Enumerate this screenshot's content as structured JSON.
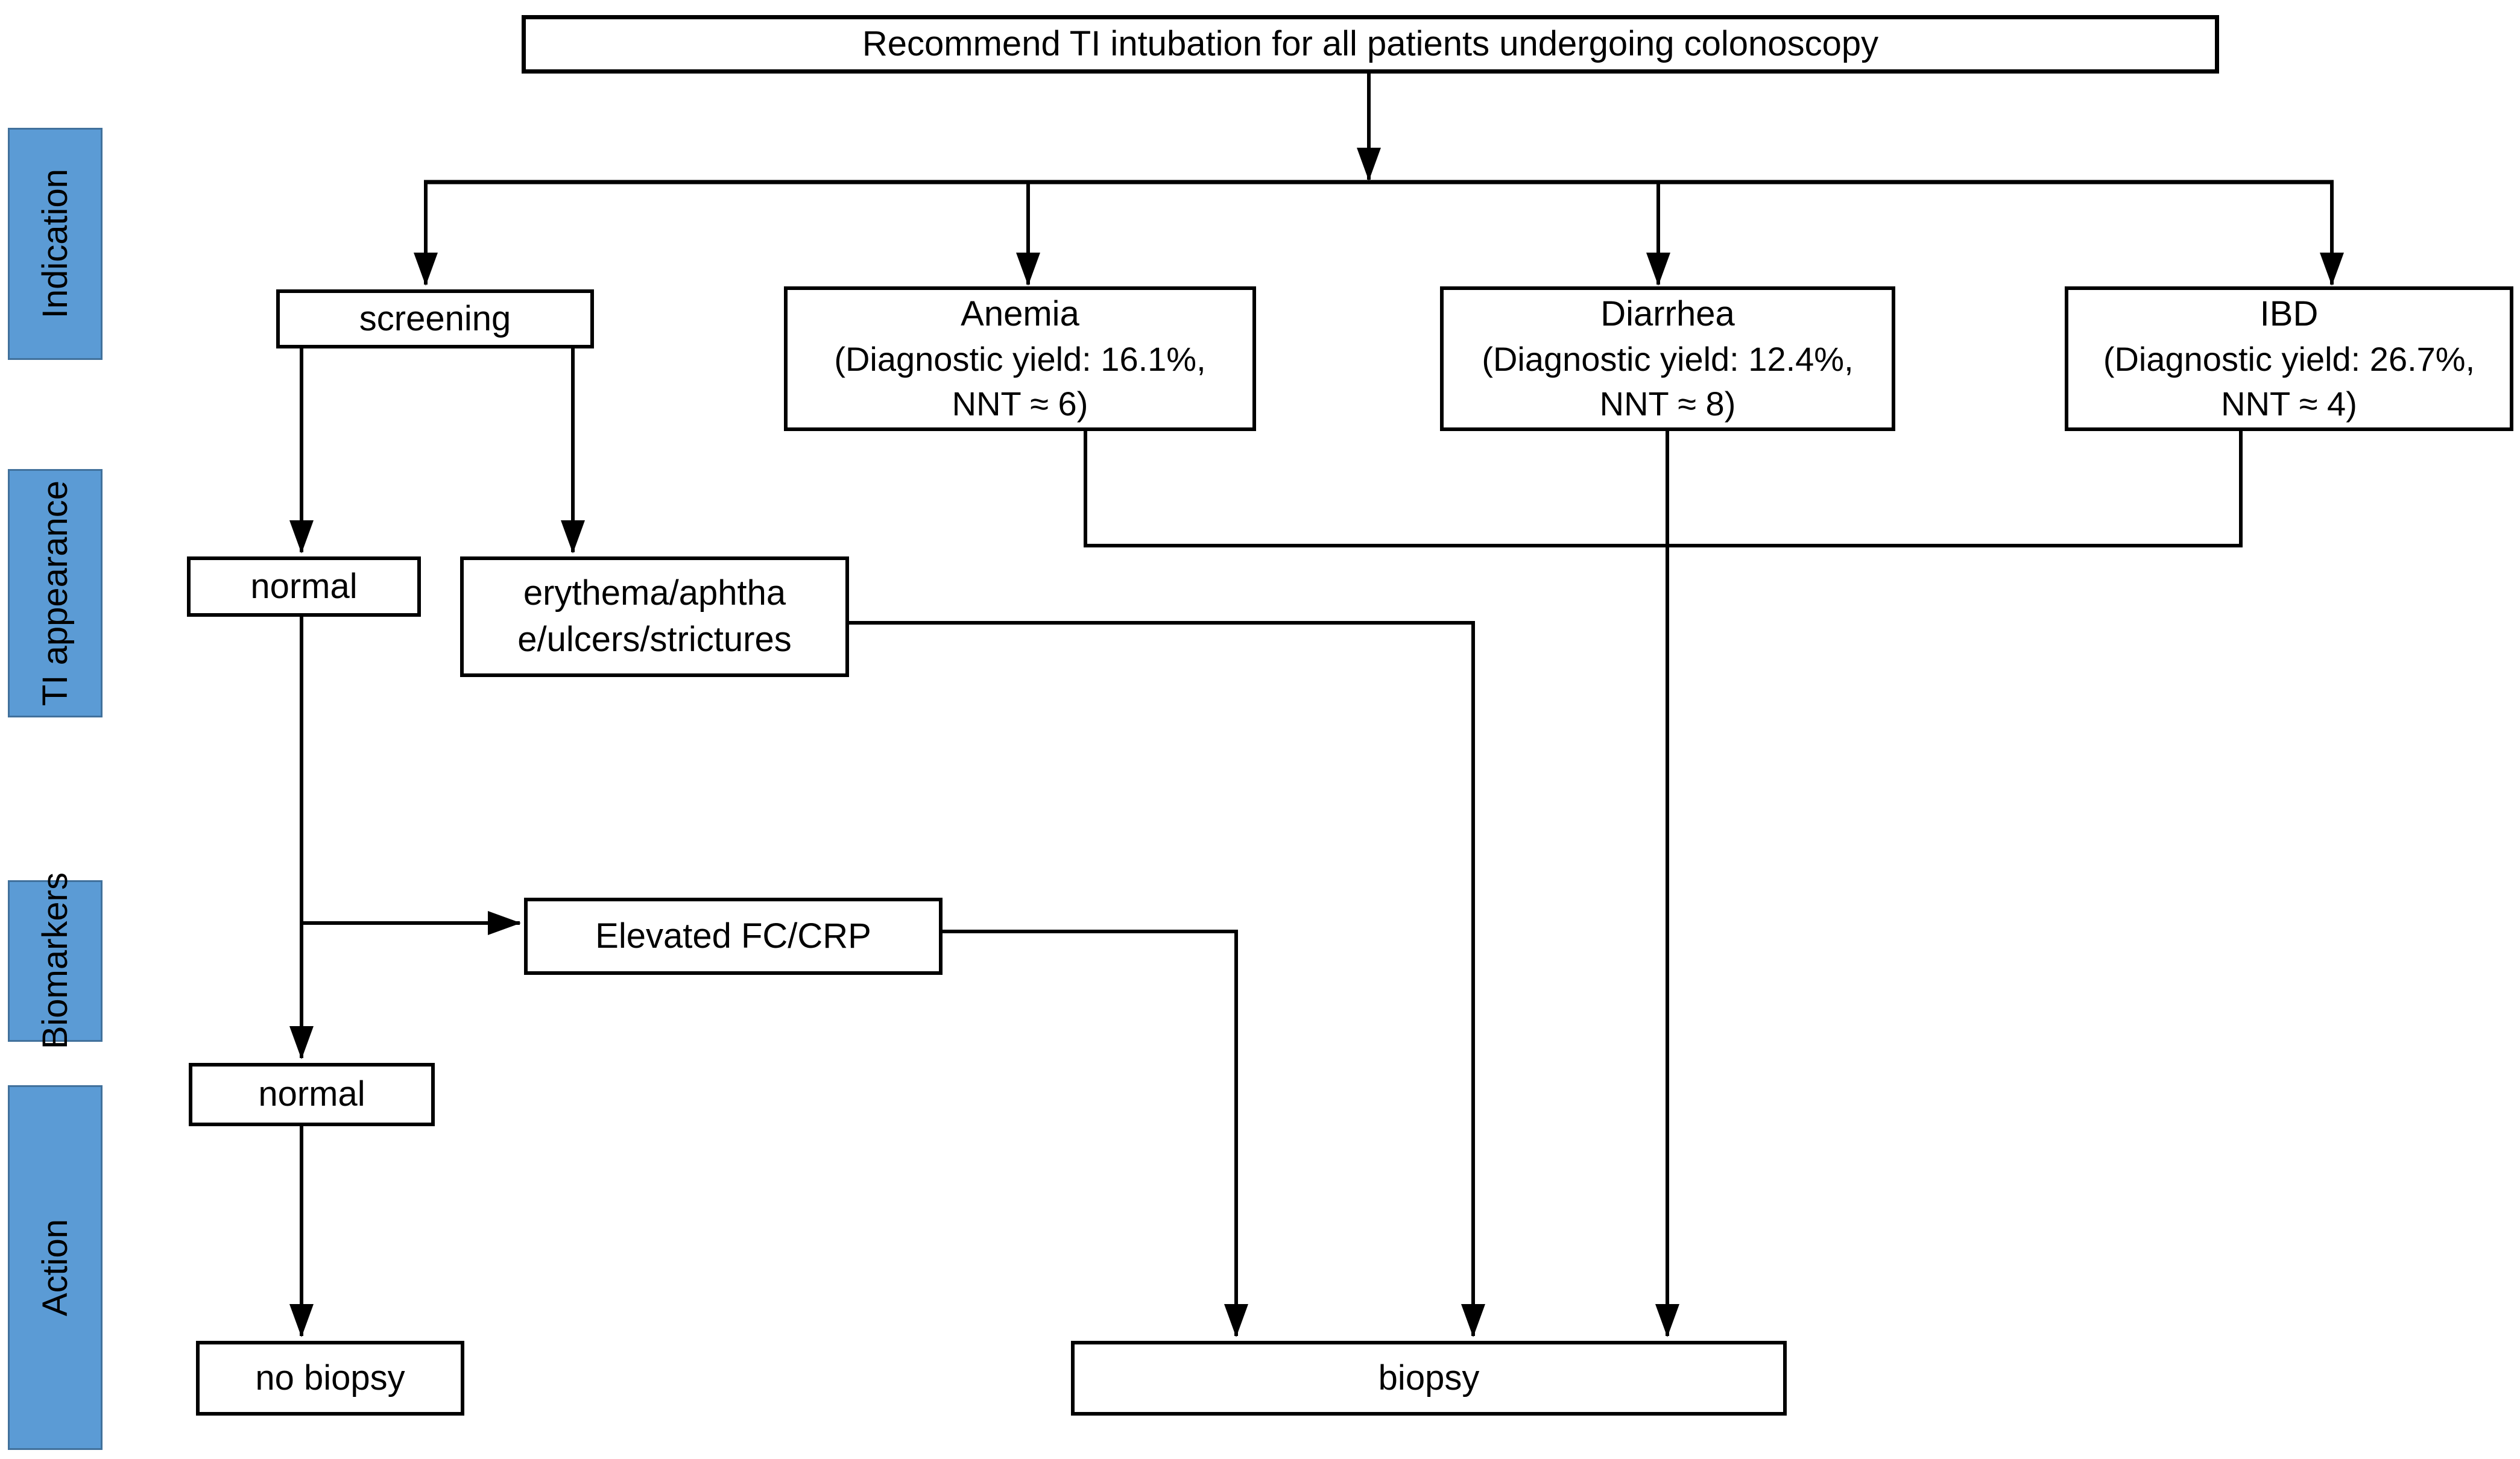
{
  "figure": {
    "background": "#ffffff",
    "line_color": "#000000",
    "sidebar_fill": "#5B9BD5",
    "sidebar_border": "#41719C"
  },
  "sidebar": {
    "labels": [
      "Indication",
      "TI appearance",
      "Biomarkers",
      "Action"
    ]
  },
  "nodes": {
    "root": {
      "label": "Recommend TI intubation for all patients undergoing colonoscopy"
    },
    "screening": {
      "label": "screening"
    },
    "anemia": {
      "title": "Anemia",
      "line2": "(Diagnostic yield: 16.1%,",
      "line3": "NNT ≈ 6)"
    },
    "diarrhea": {
      "title": "Diarrhea",
      "line2": "(Diagnostic yield: 12.4%,",
      "line3": "NNT ≈ 8)"
    },
    "ibd": {
      "title": "IBD",
      "line2": "(Diagnostic yield: 26.7%,",
      "line3": "NNT ≈ 4)"
    },
    "ti_normal": {
      "label": "normal"
    },
    "ti_abnormal": {
      "line1": "erythema/aphtha",
      "line2": "e/ulcers/strictures"
    },
    "elevated_fc_crp": {
      "label": "Elevated FC/CRP"
    },
    "biomarker_normal": {
      "label": "normal"
    },
    "no_biopsy": {
      "label": "no biopsy"
    },
    "biopsy": {
      "label": "biopsy"
    }
  }
}
